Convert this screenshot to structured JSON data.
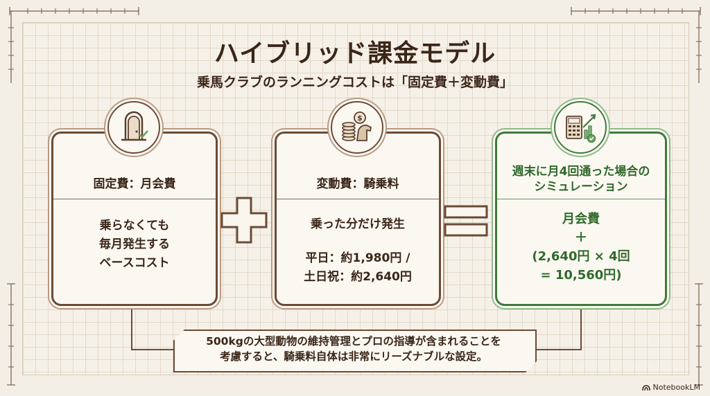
{
  "title": "ハイブリッド課金モデル",
  "subtitle": "乗馬クラブのランニングコストは「固定費＋変動費」",
  "fixed_card": {
    "heading": "固定費：月会費",
    "body_lines": [
      "乗らなくても",
      "毎月発生する",
      "ベースコスト"
    ],
    "icon": "door-check-icon"
  },
  "variable_card": {
    "heading": "変動費：騎乗料",
    "body_lines": [
      "乗った分だけ発生",
      "",
      "平日：約1,980円 /",
      "土日祝：約2,640円"
    ],
    "icon": "coins-horse-icon"
  },
  "simulation_card": {
    "heading_lines": [
      "週末に月4回通った場合の",
      "シミュレーション"
    ],
    "body_lines": [
      "月会費",
      "＋",
      "(2,640円 × 4回",
      "= 10,560円)"
    ],
    "icon": "calculator-chart-icon"
  },
  "operators": {
    "plus": "plus-icon",
    "equals": "equals-icon"
  },
  "note_lines": [
    "500kgの大型動物の維持管理とプロの指導が含まれることを",
    "考慮すると、騎乗料自体は非常にリーズナブルな設定。"
  ],
  "brand": "NotebookLM",
  "colors": {
    "brown": "#6b4a36",
    "green": "#3f7a3a",
    "background": "#f4efe6"
  }
}
